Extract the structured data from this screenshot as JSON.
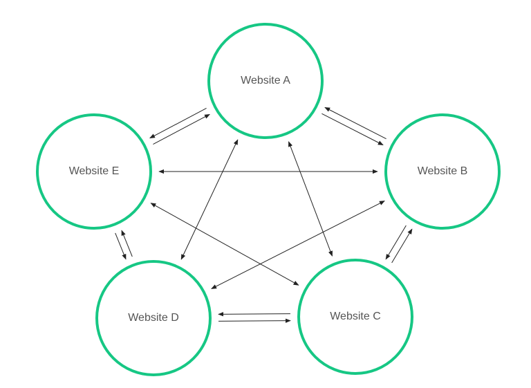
{
  "diagram": {
    "colors": {
      "node_stroke": "#16c784",
      "edge": "#222222",
      "label": "#555555"
    },
    "nodes": [
      {
        "id": "A",
        "label": "Website A"
      },
      {
        "id": "B",
        "label": "Website B"
      },
      {
        "id": "C",
        "label": "Website C"
      },
      {
        "id": "D",
        "label": "Website D"
      },
      {
        "id": "E",
        "label": "Website E"
      }
    ],
    "edges": [
      {
        "from": "E",
        "to": "A"
      },
      {
        "from": "A",
        "to": "E"
      },
      {
        "from": "A",
        "to": "B"
      },
      {
        "from": "B",
        "to": "A"
      },
      {
        "from": "B",
        "to": "C"
      },
      {
        "from": "C",
        "to": "B"
      },
      {
        "from": "C",
        "to": "D"
      },
      {
        "from": "D",
        "to": "C"
      },
      {
        "from": "D",
        "to": "E"
      },
      {
        "from": "E",
        "to": "D"
      },
      {
        "from": "E",
        "to": "B"
      },
      {
        "from": "B",
        "to": "E"
      },
      {
        "from": "A",
        "to": "D"
      },
      {
        "from": "D",
        "to": "A"
      },
      {
        "from": "A",
        "to": "C"
      },
      {
        "from": "C",
        "to": "A"
      },
      {
        "from": "E",
        "to": "C"
      },
      {
        "from": "C",
        "to": "E"
      },
      {
        "from": "B",
        "to": "D"
      },
      {
        "from": "D",
        "to": "B"
      }
    ]
  }
}
